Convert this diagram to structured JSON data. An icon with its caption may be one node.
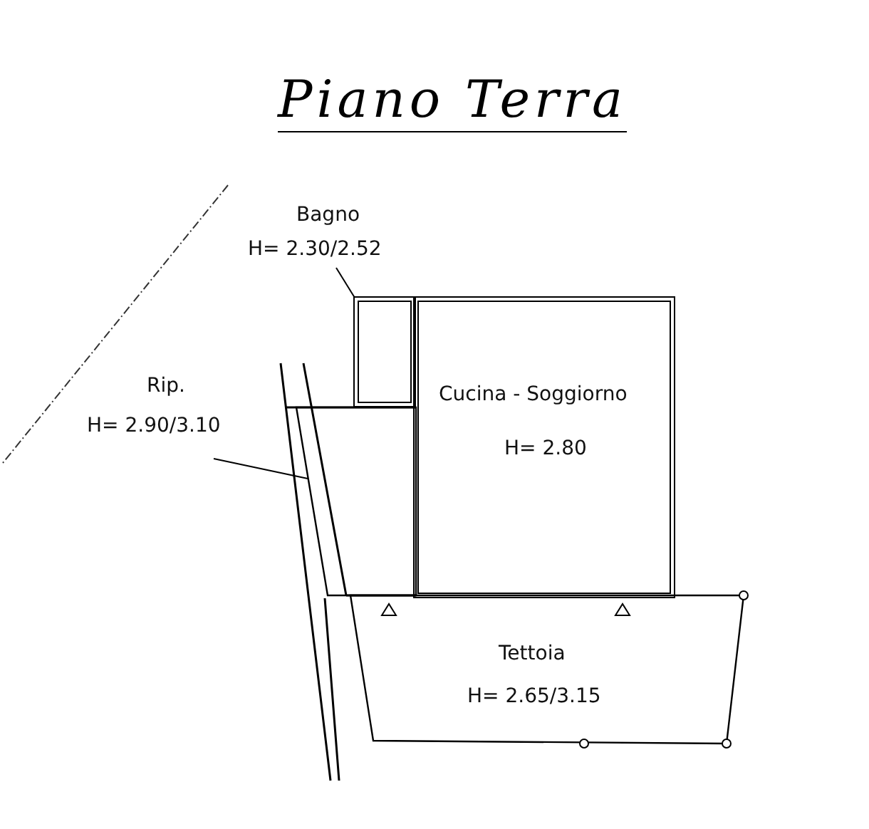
{
  "diagram": {
    "title": "Piano Terra",
    "nodes": [
      {
        "text": [
          "Bagno",
          "H= 2.30/2.52"
        ]
      },
      {
        "text": [],
        "shape": "box"
      },
      {
        "text": [
          "Rip.",
          "H= 2.90/3.10"
        ]
      },
      {
        "text": [],
        "shape": "box"
      },
      {
        "text": [
          "Cucina - Soggiorno",
          "H= 2.80"
        ]
      },
      {
        "text": [
          "Tettoia",
          "H= 2.65/3.15"
        ]
      }
    ],
    "edges": [
      {
        "from": 0,
        "to": 1,
        "arrow": "none"
      },
      {
        "from": 2,
        "to": 3,
        "arrow": "none"
      }
    ]
  }
}
